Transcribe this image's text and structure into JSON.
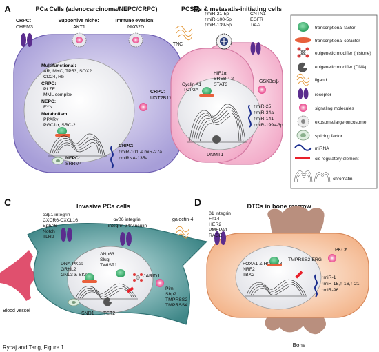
{
  "panel_a": {
    "letter": "A",
    "title": "PCa Cells (adenocarcinoma/NEPC/CRPC)",
    "crpc_receptor": [
      "CRPC:",
      "CHRM3"
    ],
    "niche": [
      "Supportive niche:",
      "AKT1"
    ],
    "immune": [
      "Immune evasion:",
      "NKG2D"
    ],
    "multifunctional": [
      "Multifunctional:",
      "AR, MYC, TP53, SOX2",
      "CD24, Rb"
    ],
    "crpc_cof": [
      "CRPC:",
      "PLZF",
      "MML complex"
    ],
    "nepc": [
      "NEPC:",
      "FYN"
    ],
    "metabolism": [
      "Metabolism:",
      "PPARγ",
      "PGC1α, SRC-2"
    ],
    "crpc_sig": [
      "CRPC:",
      "UGT2B17"
    ],
    "crpc_mirna": [
      "CRPC:",
      "miR-101 & miR-27a",
      "miRNA-135a"
    ],
    "nepc_splice": [
      "NEPC:",
      "SRRM4"
    ]
  },
  "panel_b": {
    "letter": "B",
    "title": "PCSCs & metasatis-initiating cells",
    "ligand": "TNC",
    "exo_mirs": [
      "miR-21-5p",
      "miR-100-5p",
      "miR-139-5p"
    ],
    "receptors": [
      "CNTN1",
      "EGFR",
      "Tie-2"
    ],
    "tfs": [
      "HIF1α",
      "SREBP-2",
      "STAT3"
    ],
    "cyclin": [
      "Cyclin A1",
      "TOP2A"
    ],
    "gsk": "GSK3α/β",
    "mirnas": [
      "miR-25",
      "miR-34a",
      "miR-141",
      "miR-199a-3p"
    ],
    "dnmt": "DNMT1"
  },
  "legend": {
    "items": [
      "transcriptional factor",
      "transcriptional cofactor",
      "epigenetic modifier (histone)",
      "epigenetic modifier (DNA)",
      "ligand",
      "receptor",
      "signaling molecules",
      "exosome/large oncosome",
      "splicing factor",
      "miRNA",
      "cis regulatory element",
      "chromatin"
    ]
  },
  "panel_c": {
    "letter": "C",
    "title": "Invasive PCa cells",
    "receptors": [
      "α3β1 integrin",
      "CXCR6-CXCL16",
      "EphA6",
      "Notch",
      "TLR9"
    ],
    "integrin": [
      "αvβ6 integrin",
      "integrin β4/vinculin"
    ],
    "galectin": "galectin-4",
    "dna": [
      "DNA-PKcs",
      "GRHL2",
      "GNL3 & SKA3"
    ],
    "emt": [
      "ΔNp63",
      "Slug",
      "TWIST1"
    ],
    "jarid": "JARID1",
    "sig": [
      "Pim",
      "Shp2",
      "TMPRSS2",
      "TMPRSS4"
    ],
    "snd": "SND1",
    "tet": "TET2",
    "vessel": "Blood vessel"
  },
  "panel_d": {
    "letter": "D",
    "title": "DTCs in bone marrow",
    "receptors": [
      "β1 integrin",
      "Fn14",
      "HER2",
      "PMEPA1",
      "RAGE"
    ],
    "pkc": "PKCε",
    "tfs": [
      "FOXA1 & HOXB13",
      "NRF2",
      "TBX2"
    ],
    "fusion": "TMPRSS2-ERG",
    "mirnas": [
      "miR-1",
      "miR-15,↑-16,↑-21",
      "miR-96"
    ],
    "bone": "Bone"
  },
  "footer": "Rycaj and Tang, Figure 1",
  "colors": {
    "cell_a": "#b9b0e0",
    "cell_b": "#f6c8da",
    "cell_c": "#5f9ea0",
    "cell_d": "#f9d3b8",
    "bone": "#b98f7e",
    "tf": "#3cb371",
    "cofactor": "#e8603c",
    "mirna": "#1c2f8f",
    "receptor": "#5b2d8e",
    "signal": "#e8458b",
    "vessel": "#e0506e"
  }
}
